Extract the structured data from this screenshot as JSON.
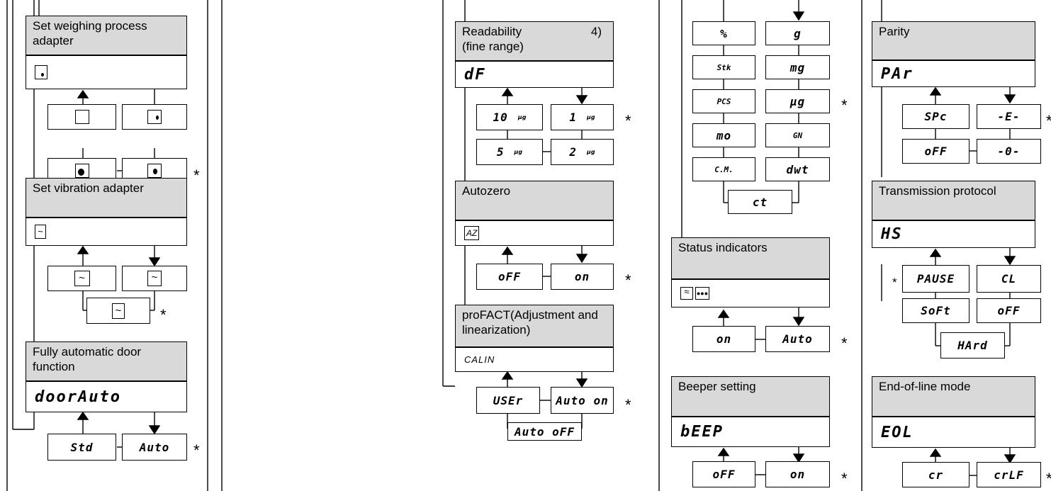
{
  "col1": {
    "weighing": {
      "title": "Set weighing process adapter",
      "options_star": "*"
    },
    "vibration": {
      "title": "Set vibration adapter",
      "star": "*"
    },
    "door": {
      "title": "Fully automatic door function",
      "display": "doorAuto",
      "opt_std": "Std",
      "opt_auto": "Auto",
      "star": "*"
    }
  },
  "col2": {
    "readability": {
      "title": "Readability (fine range)",
      "footnote": "4)",
      "display": "dF",
      "opt_10": "10",
      "opt_1": "1",
      "opt_5": "5",
      "opt_2": "2",
      "unit": "µg",
      "star": "*"
    },
    "autozero": {
      "title": "Autozero",
      "display": "AZ",
      "opt_off": "oFF",
      "opt_on": "on",
      "star": "*"
    },
    "profact": {
      "title": "proFACT(Adjustment and linearization)",
      "display": "CALIN",
      "opt_user": "USEr",
      "opt_auto_on": "Auto on",
      "opt_auto_off": "Auto oFF",
      "star": "*"
    }
  },
  "col3": {
    "units": {
      "left": [
        "%",
        "Stk",
        "PCS",
        "mo",
        "C.M."
      ],
      "right": [
        "g",
        "mg",
        "µg",
        "GN",
        "dwt"
      ],
      "bottom": "ct",
      "star": "*"
    },
    "status": {
      "title": "Status indicators",
      "opt_on": "on",
      "opt_auto": "Auto",
      "star": "*"
    },
    "beeper": {
      "title": "Beeper setting",
      "display": "bEEP",
      "opt_off": "oFF",
      "opt_on": "on",
      "star": "*"
    }
  },
  "col4": {
    "parity": {
      "title": "Parity",
      "display": "PAr",
      "opt_spc": "SPc",
      "opt_e": "-E-",
      "opt_off": "oFF",
      "opt_0": "-0-",
      "star": "*"
    },
    "protocol": {
      "title": "Transmission protocol",
      "display": "HS",
      "opt_pause": "PAUSE",
      "opt_cl": "CL",
      "opt_soft": "SoFt",
      "opt_off": "oFF",
      "opt_hard": "HArd",
      "star": "*"
    },
    "eol": {
      "title": "End-of-line mode",
      "display": "EOL",
      "opt_cr": "cr",
      "opt_crlf": "crLF",
      "star": "*"
    }
  }
}
